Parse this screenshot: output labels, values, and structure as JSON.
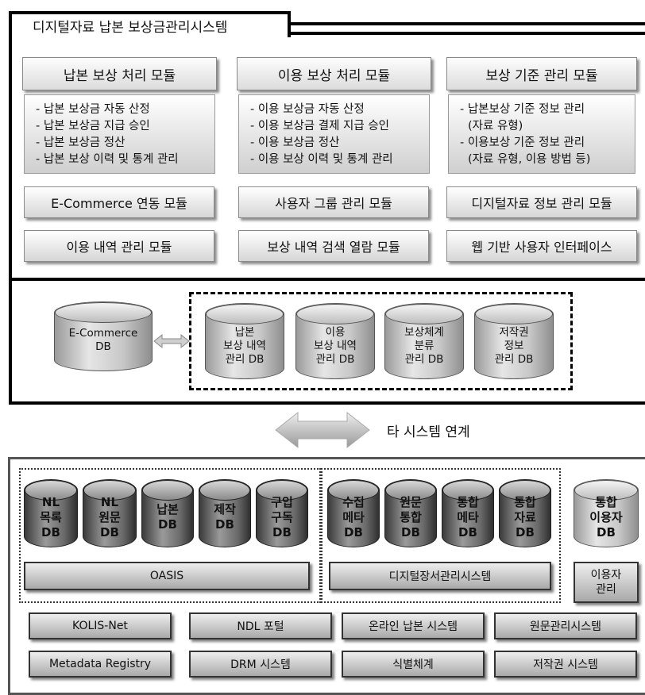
{
  "title": "디지털자료 납본 보상금관리시스템",
  "modules": [
    {
      "head": "납본 보상 처리 모듈",
      "items": [
        "- 납본 보상금 자동 산정",
        "- 납본 보상금 지급 승인",
        "- 납본 보상금 정산",
        "- 납본 보상 이력 및 통계 관리"
      ]
    },
    {
      "head": "이용 보상 처리 모듈",
      "items": [
        "- 이용 보상금 자동 산정",
        "- 이용 보상금 결제 지급 승인",
        "- 이용 보상금 정산",
        "- 이용 보상 이력 및 통계 관리"
      ]
    },
    {
      "head": "보상 기준 관리 모듈",
      "items": [
        "- 납본보상 기준 정보 관리",
        "(자료 유형)",
        "- 이용보상 기준 정보 관리",
        "(자료 유형, 이용 방법 등)"
      ]
    }
  ],
  "sub_modules": [
    [
      "E-Commerce 연동 모듈",
      "사용자 그룹 관리 모듈",
      "디지털자료 정보 관리 모듈"
    ],
    [
      "이용 내역 관리 모듈",
      "보상 내역 검색 열람 모듈",
      "웹 기반 사용자 인터페이스"
    ]
  ],
  "ecommerce_db": [
    "E-Commerce",
    "DB"
  ],
  "internal_dbs": [
    [
      "납본",
      "보상 내역",
      "관리 DB"
    ],
    [
      "이용",
      "보상 내역",
      "관리 DB"
    ],
    [
      "보상체계",
      "분류",
      "관리 DB"
    ],
    [
      "저작권",
      "정보",
      "관리 DB"
    ]
  ],
  "link_label": "타 시스템 연계",
  "oasis_dbs": [
    [
      "NL",
      "목록",
      "DB"
    ],
    [
      "NL",
      "원문",
      "DB"
    ],
    [
      "납본",
      "DB"
    ],
    [
      "제작",
      "DB"
    ],
    [
      "구입",
      "구독",
      "DB"
    ]
  ],
  "oasis_label": "OASIS",
  "digital_dbs": [
    [
      "수집",
      "메타",
      "DB"
    ],
    [
      "원문",
      "통합",
      "DB"
    ],
    [
      "통합",
      "메타",
      "DB"
    ],
    [
      "통합",
      "자료",
      "DB"
    ]
  ],
  "digital_label": "디지털장서관리시스템",
  "user_db": [
    "통합",
    "이용자",
    "DB"
  ],
  "user_label": [
    "이용자",
    "관리"
  ],
  "systems": [
    [
      "KOLIS-Net",
      "NDL 포털",
      "온라인 납본 시스템",
      "원문관리시스템"
    ],
    [
      "Metadata Registry",
      "DRM 시스템",
      "식별체계",
      "저작권 시스템"
    ]
  ]
}
